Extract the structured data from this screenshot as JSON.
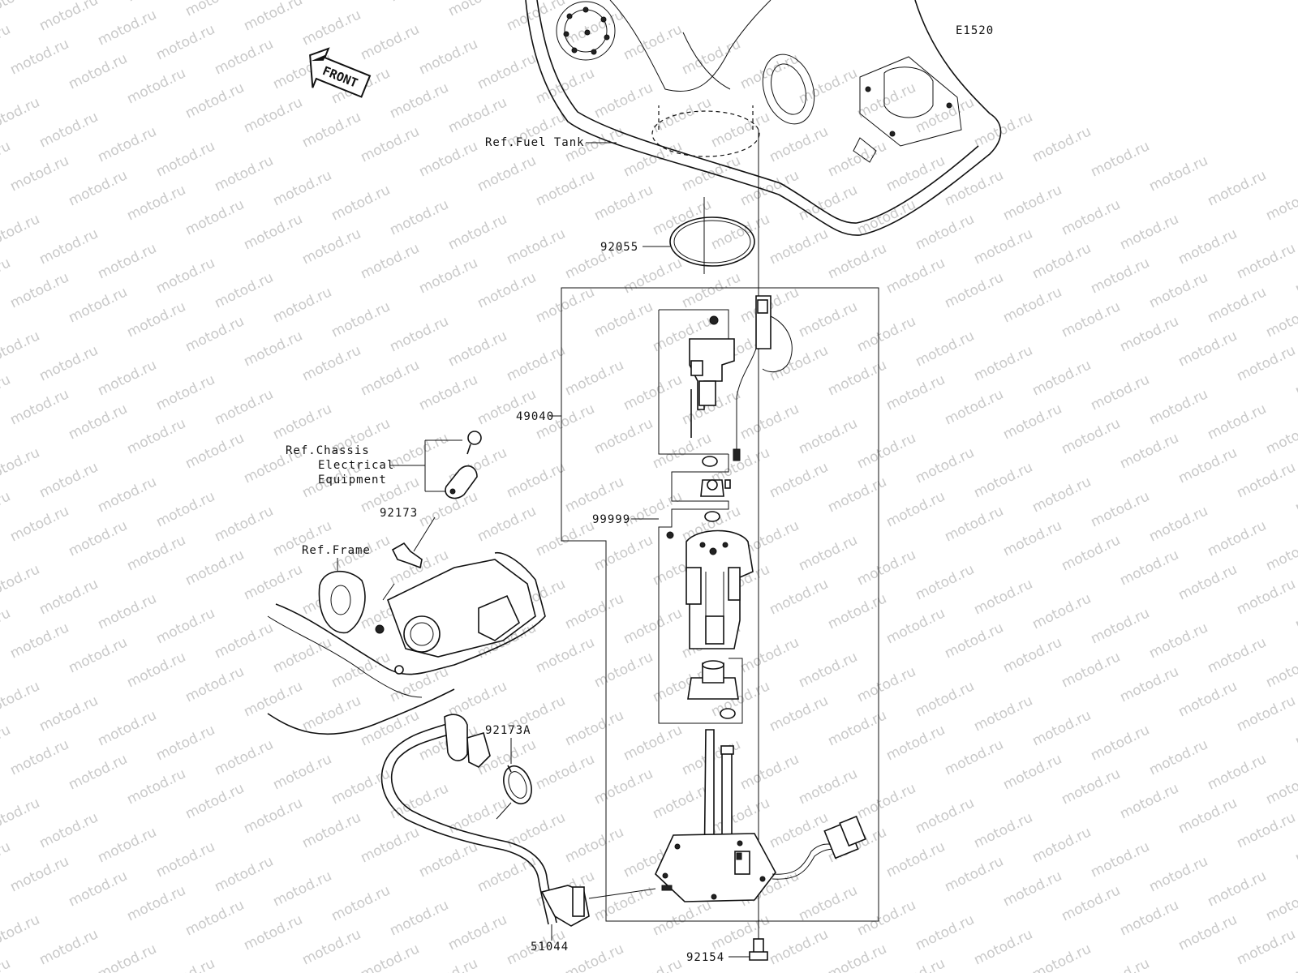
{
  "diagram_code": "E1520",
  "front_label": "FRONT",
  "watermark": "motod.ru",
  "labels": {
    "ref_fuel_tank": "Ref.Fuel Tank",
    "part_92055": "92055",
    "part_49040": "49040",
    "ref_chassis_line1": "Ref.Chassis",
    "ref_chassis_line2": "Electrical",
    "ref_chassis_line3": "Equipment",
    "part_92173": "92173",
    "ref_frame": "Ref.Frame",
    "part_99999": "99999",
    "part_92173A": "92173A",
    "part_51044": "51044",
    "part_92154": "92154"
  }
}
